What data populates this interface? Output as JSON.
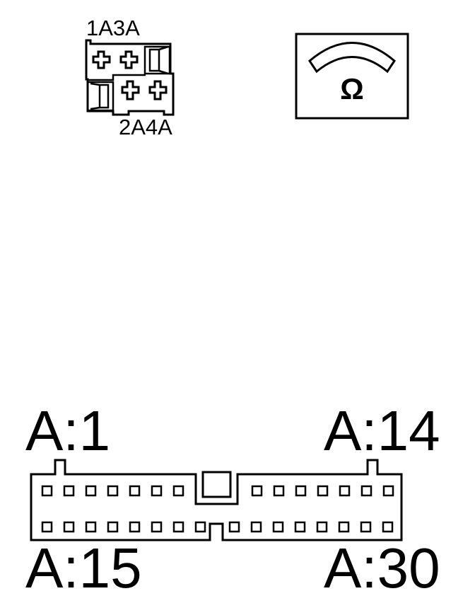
{
  "relay": {
    "label_top": "1A3A",
    "label_bottom": "2A4A"
  },
  "meter": {
    "symbol": "Ω",
    "icon": "ohmmeter-icon"
  },
  "connector": {
    "pins_top_row": 14,
    "pins_bottom_row": 16,
    "label_top_left": "A:1",
    "label_top_right": "A:14",
    "label_bottom_left": "A:15",
    "label_bottom_right": "A:30"
  },
  "colors": {
    "line": "#000000",
    "background": "#ffffff"
  }
}
